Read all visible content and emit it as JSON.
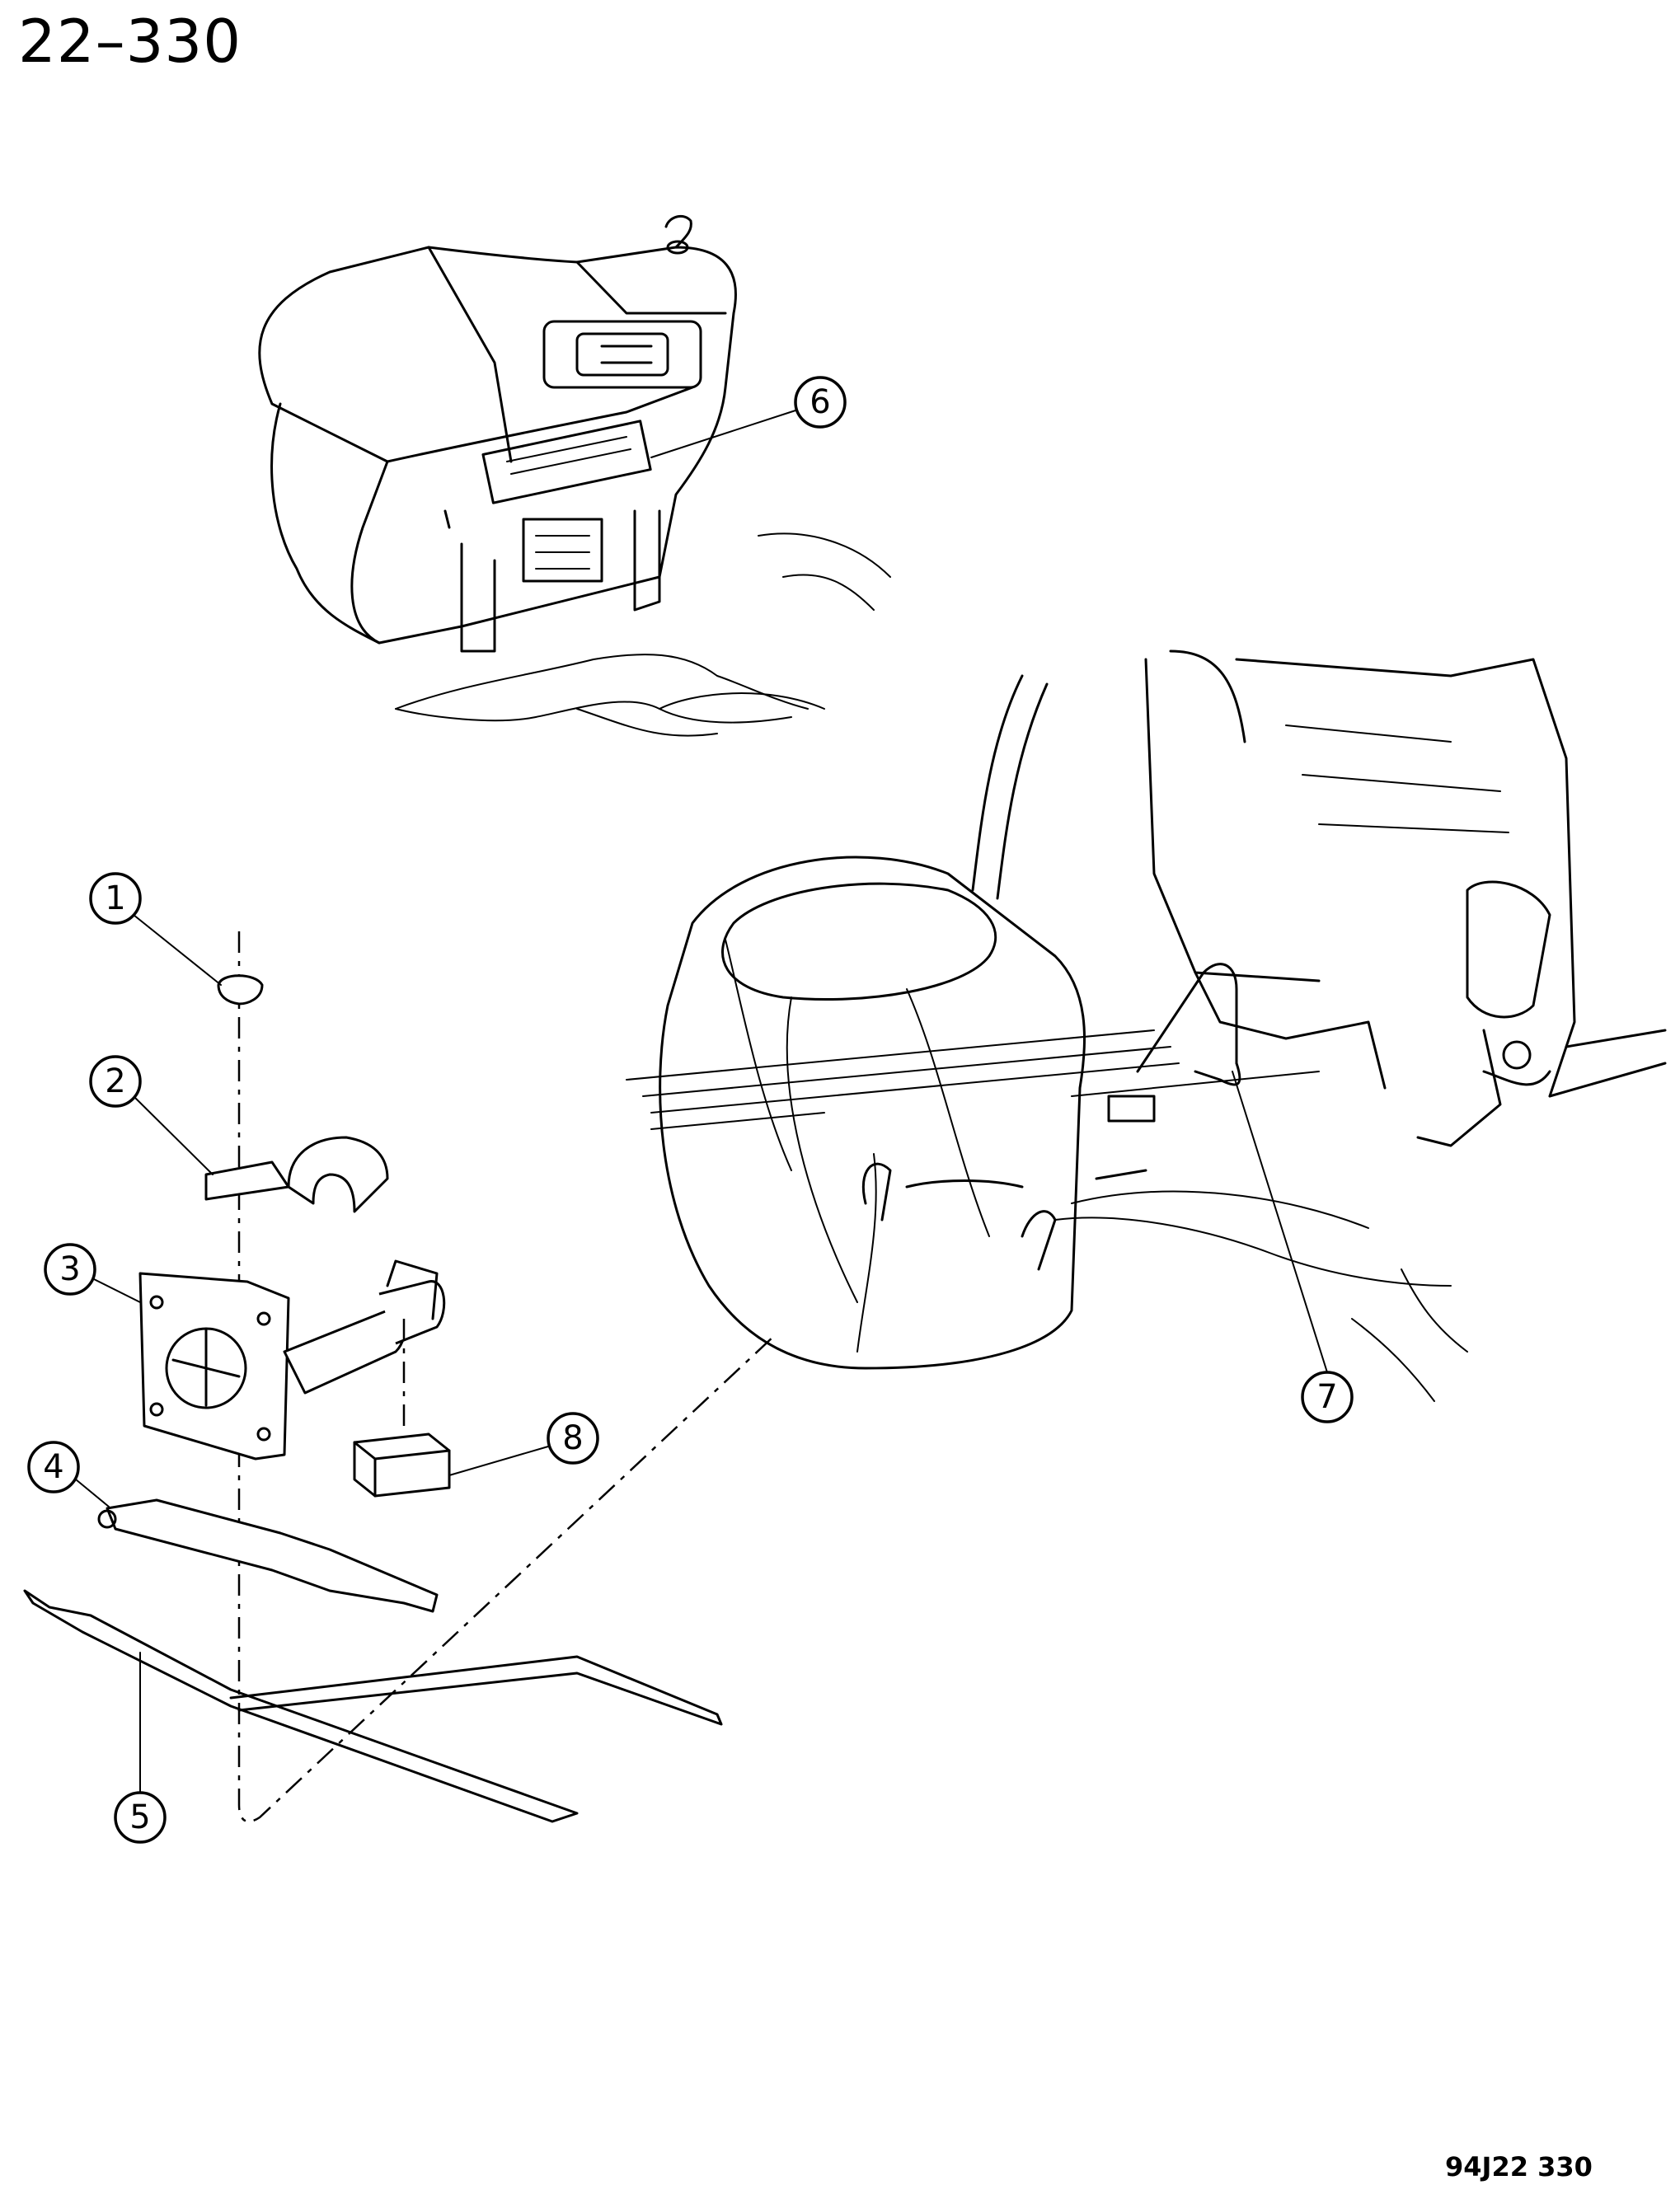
{
  "header": {
    "page_number": "22–330"
  },
  "footer": {
    "figure_code": "94J22 330"
  },
  "callouts": [
    {
      "id": "1",
      "label": "1"
    },
    {
      "id": "2",
      "label": "2"
    },
    {
      "id": "3",
      "label": "3"
    },
    {
      "id": "4",
      "label": "4"
    },
    {
      "id": "5",
      "label": "5"
    },
    {
      "id": "6",
      "label": "6"
    },
    {
      "id": "7",
      "label": "7"
    },
    {
      "id": "8",
      "label": "8"
    }
  ]
}
